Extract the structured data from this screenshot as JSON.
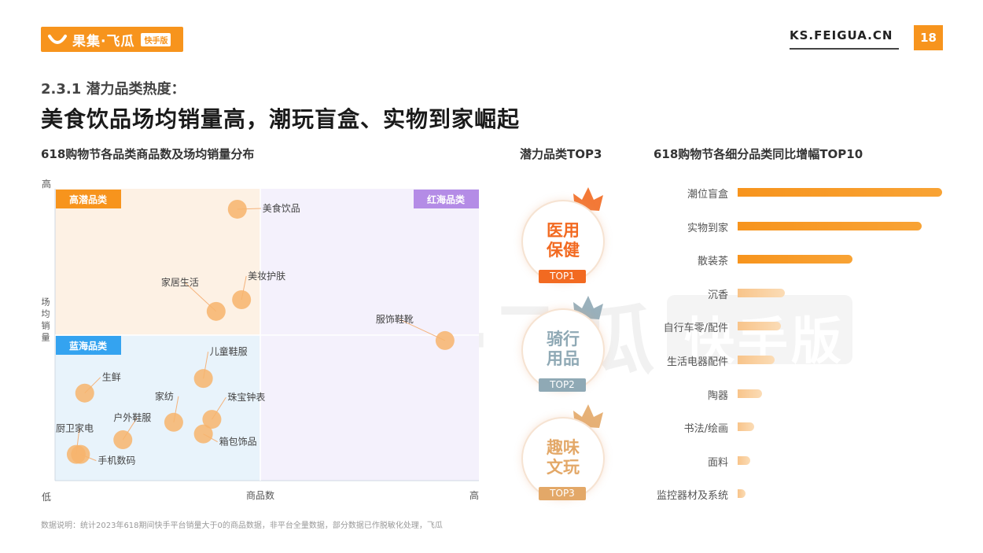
{
  "header": {
    "logo_text": "果集·飞瓜",
    "logo_badge": "快手版",
    "site": "KS.FEIGUA.CN",
    "page_number": "18"
  },
  "section": "2.3.1 潜力品类热度：",
  "headline": "美食饮品场均销量高，潮玩盲盒、实物到家崛起",
  "watermark": {
    "main": "果集·飞瓜",
    "badge": "快手版"
  },
  "footnote": "数据说明：统计2023年618期间快手平台销量大于0的商品数据，非平台全量数据，部分数据已作脱敏化处理，飞瓜",
  "colors": {
    "brand": "#f7941d",
    "bubble": "#f7b46c",
    "quad_potential": "#fdf1e4",
    "quad_blue": "#e8f3fb",
    "quad_red": "#f4f1fc"
  },
  "left_chart": {
    "subtitle": "618购物节各品类商品数及场均销量分布",
    "y_axis": {
      "high": "高",
      "low": "低",
      "label": "场均销量"
    },
    "x_axis": {
      "label": "商品数",
      "high": "高"
    },
    "quadrants": {
      "potential": "高潜品类",
      "red_sea": "红海品类",
      "blue_sea": "蓝海品类"
    }
  },
  "top3": {
    "title": "潜力品类TOP3",
    "items": [
      {
        "name_line1": "医用",
        "name_line2": "保健",
        "tag": "TOP1",
        "color": "#f26a21"
      },
      {
        "name_line1": "骑行",
        "name_line2": "用品",
        "tag": "TOP2",
        "color": "#8fa9b5"
      },
      {
        "name_line1": "趣味",
        "name_line2": "文玩",
        "tag": "TOP3",
        "color": "#e3a868"
      }
    ]
  },
  "right_chart": {
    "subtitle": "618购物节各细分品类同比增幅TOP10"
  },
  "chart_data": [
    {
      "type": "scatter",
      "title": "618购物节各品类商品数及场均销量分布",
      "xlabel": "商品数",
      "ylabel": "场均销量",
      "x_range_labels": [
        "低",
        "高"
      ],
      "y_range_labels": [
        "低",
        "高"
      ],
      "xlim": [
        0,
        100
      ],
      "ylim": [
        0,
        100
      ],
      "points": [
        {
          "label": "美食饮品",
          "x": 43,
          "y": 93
        },
        {
          "label": "美妆护肤",
          "x": 44,
          "y": 62
        },
        {
          "label": "家居生活",
          "x": 38,
          "y": 58
        },
        {
          "label": "服饰鞋靴",
          "x": 92,
          "y": 48
        },
        {
          "label": "儿童鞋服",
          "x": 35,
          "y": 35
        },
        {
          "label": "生鲜",
          "x": 7,
          "y": 30
        },
        {
          "label": "家纺",
          "x": 28,
          "y": 20
        },
        {
          "label": "珠宝钟表",
          "x": 37,
          "y": 21
        },
        {
          "label": "户外鞋服",
          "x": 16,
          "y": 14
        },
        {
          "label": "箱包饰品",
          "x": 35,
          "y": 16
        },
        {
          "label": "厨卫家电",
          "x": 5,
          "y": 9
        },
        {
          "label": "手机数码",
          "x": 6,
          "y": 9
        }
      ]
    },
    {
      "type": "bar",
      "title": "618购物节各细分品类同比增幅TOP10",
      "orientation": "horizontal",
      "categories": [
        "潮位盲盒",
        "实物到家",
        "散装茶",
        "沉香",
        "自行车零/配件",
        "生活电器配件",
        "陶器",
        "书法/绘画",
        "面料",
        "监控器材及系统"
      ],
      "values": [
        100,
        90,
        56,
        23,
        21,
        18,
        12,
        8,
        6,
        4
      ]
    }
  ]
}
